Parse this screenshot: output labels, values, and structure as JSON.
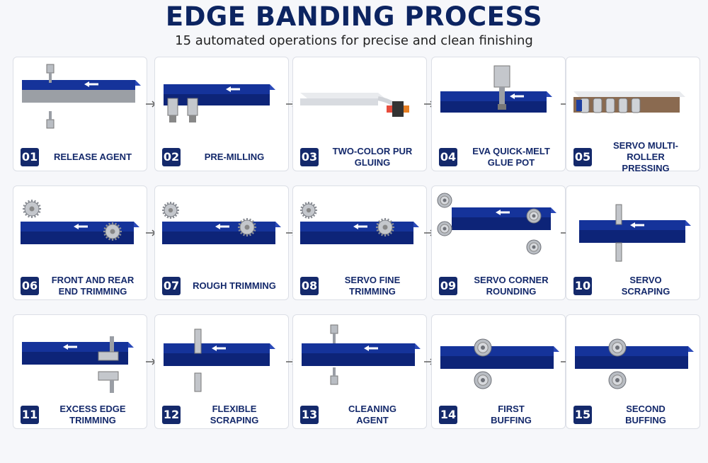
{
  "header": {
    "title": "EDGE BANDING PROCESS",
    "subtitle": "15 automated operations for precise and clean finishing"
  },
  "steps": [
    {
      "num": "01",
      "label": "RELEASE AGENT",
      "icon": "spray-nozzle-icon"
    },
    {
      "num": "02",
      "label": "PRE-MILLING",
      "icon": "milling-cutter-icon"
    },
    {
      "num": "03",
      "label": "TWO-COLOR PUR GLUING",
      "icon": "glue-roller-icon"
    },
    {
      "num": "04",
      "label": "EVA QUICK-MELT\nGLUE POT",
      "icon": "glue-pot-icon"
    },
    {
      "num": "05",
      "label": "SERVO MULTI-ROLLER\nPRESSING",
      "icon": "pressure-roller-icon"
    },
    {
      "num": "06",
      "label": "FRONT AND REAR\nEND TRIMMING",
      "icon": "saw-blade-icon"
    },
    {
      "num": "07",
      "label": "ROUGH TRIMMING",
      "icon": "saw-blade-icon"
    },
    {
      "num": "08",
      "label": "SERVO FINE\nTRIMMING",
      "icon": "saw-blade-icon"
    },
    {
      "num": "09",
      "label": "SERVO CORNER\nROUNDING",
      "icon": "rounding-wheel-icon"
    },
    {
      "num": "10",
      "label": "SERVO\nSCRAPING",
      "icon": "scraper-blade-icon"
    },
    {
      "num": "11",
      "label": "EXCESS EDGE\nTRIMMING",
      "icon": "edge-trimmer-icon"
    },
    {
      "num": "12",
      "label": "FLEXIBLE\nSCRAPING",
      "icon": "scraper-blade-icon"
    },
    {
      "num": "13",
      "label": "CLEANING\nAGENT",
      "icon": "spray-nozzle-icon"
    },
    {
      "num": "14",
      "label": "FIRST\nBUFFING",
      "icon": "buffing-wheel-icon"
    },
    {
      "num": "15",
      "label": "SECOND\nBUFFING",
      "icon": "buffing-wheel-icon"
    }
  ],
  "colors": {
    "panel": "#15339a",
    "panel_dark": "#0d2478",
    "navy": "#14296b",
    "metal": "#a9adb4"
  }
}
